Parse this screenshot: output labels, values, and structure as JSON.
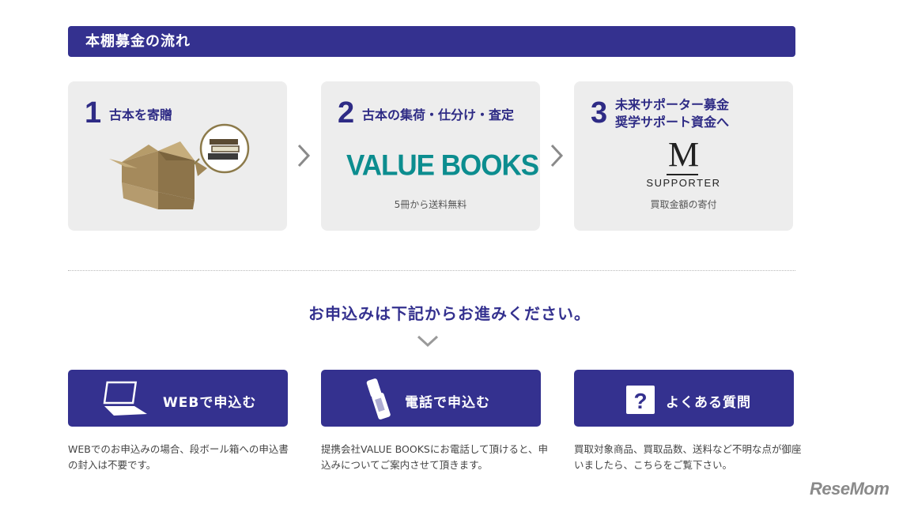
{
  "header": {
    "title": "本棚募金の流れ"
  },
  "steps": [
    {
      "number": "1",
      "title": "古本を寄贈"
    },
    {
      "number": "2",
      "title": "古本の集荷・仕分け・査定",
      "logo_text": "VALUE BOOKS",
      "caption": "5冊から送料無料"
    },
    {
      "number": "3",
      "title_line1": "未来サポーター募金",
      "title_line2": "奨学サポート資金へ",
      "logo_letter": "M",
      "logo_sub": "SUPPORTER",
      "caption": "買取金額の寄付"
    }
  ],
  "instruction": "お申込みは下記からお進みください。",
  "buttons": [
    {
      "label": "WEBで申込む",
      "icon": "laptop-icon",
      "description": "WEBでのお申込みの場合、段ボール箱への申込書の封入は不要です。"
    },
    {
      "label": "電話で申込む",
      "icon": "phone-icon",
      "description": "提携会社VALUE BOOKSにお電話して頂けると、申込みについてご案内させて頂きます。"
    },
    {
      "label": "よくある質問",
      "icon": "question-icon",
      "description": "買取対象商品、買取品数、送料など不明な点が御座いましたら、こちらをご覧下さい。"
    }
  ],
  "watermark": "ReseMom",
  "colors": {
    "primary": "#34318f",
    "card_bg": "#ededed",
    "logo_teal": "#0c8d8f"
  }
}
